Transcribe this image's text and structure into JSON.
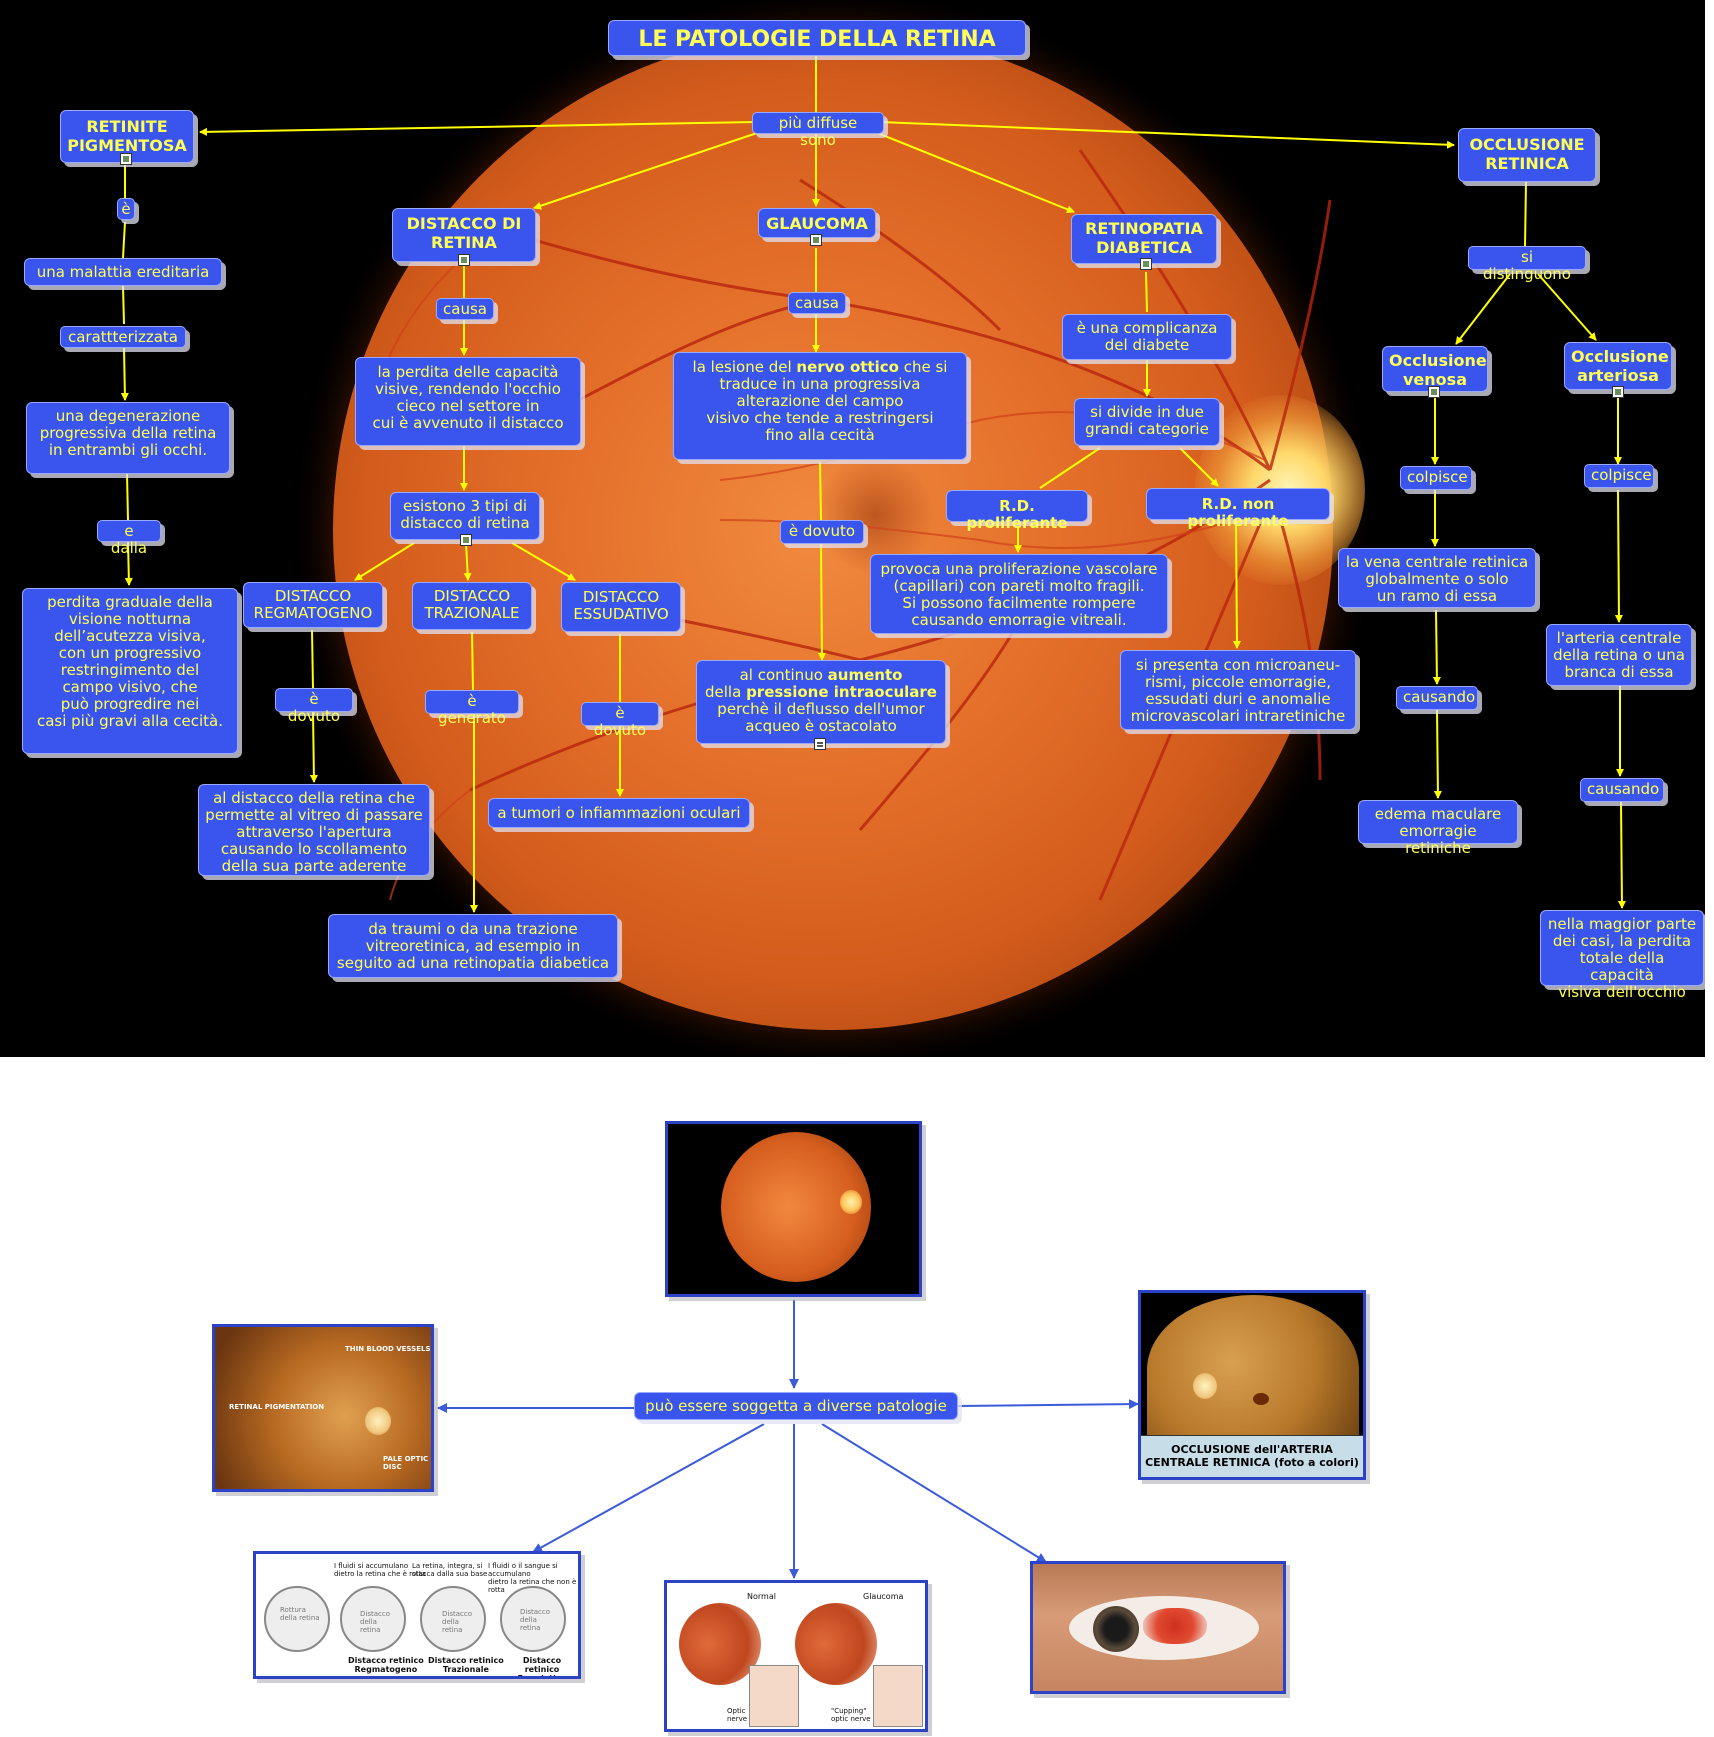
{
  "title": "LE PATOLOGIE DELLA RETINA",
  "link_diffuse": "più diffuse sono",
  "retinite": {
    "title": "RETINITE\nPIGMENTOSA",
    "l_e": "è",
    "n_malattia": "una malattia ereditaria",
    "l_caratt": "carattterizzata",
    "n_degen": "una degenerazione\nprogressiva della retina\nin entrambi gli occhi.",
    "l_dalla": "e dalla",
    "n_perdita": "perdita graduale della\nvisione notturna\ndell’acutezza visiva,\ncon un progressivo\nrestringimento del\ncampo visivo, che\npuò progredire nei\ncasi più gravi alla cecità."
  },
  "distacco": {
    "title": "DISTACCO DI\nRETINA",
    "l_causa": "causa",
    "n_perdita": "la perdita delle capacità\nvisive, rendendo l'occhio\ncieco nel settore in\ncui è avvenuto il distacco",
    "n_tipi": "esistono 3 tipi di\ndistacco di retina",
    "regma": "DISTACCO\nREGMATOGENO",
    "l_regma": "è dovuto",
    "n_regma": "al distacco della retina che\npermette al vitreo di passare\nattraverso l'apertura\ncausando lo scollamento\ndella sua parte aderente",
    "traz": "DISTACCO\nTRAZIONALE",
    "l_traz": "è generato",
    "n_traz": "da traumi o da una trazione\nvitreoretinica, ad esempio in\nseguito ad una retinopatia diabetica",
    "essu": "DISTACCO\nESSUDATIVO",
    "l_essu": "è dovuto",
    "n_essu": "a tumori o infiammazioni oculari"
  },
  "glaucoma": {
    "title": "GLAUCOMA",
    "l_causa": "causa",
    "n_lesione_a": "la lesione del ",
    "n_lesione_b": "nervo ottico",
    "n_lesione_c": " che si\ntraduce in una progressiva\nalterazione del campo\nvisivo che tende a restringersi\nfino alla cecità",
    "l_dovuto": "è dovuto",
    "n_aumento_a": "al continuo ",
    "n_aumento_b": "aumento",
    "n_aumento_c": "\ndella ",
    "n_aumento_d": "pressione intraoculare",
    "n_aumento_e": "\nperchè il deflusso dell'umor\nacqueo è ostacolato"
  },
  "retinopatia": {
    "title": "RETINOPATIA\nDIABETICA",
    "n_compl": "è una complicanza\ndel diabete",
    "n_divide": "si divide in due\ngrandi categorie",
    "prolif": "R.D. proliferante",
    "n_prolif": "provoca una proliferazione vascolare\n(capillari) con pareti molto fragili.\nSi possono facilmente rompere\ncausando emorragie vitreali.",
    "nonprolif": "R.D. non proliferante",
    "n_nonprolif": "si presenta con microaneu-\nrismi, piccole emorragie,\nessudati duri e anomalie\nmicrovascolari intraretiniche"
  },
  "occlusione": {
    "title": "OCCLUSIONE\nRETINICA",
    "l_distinguono": "si distinguono",
    "venosa": "Occlusione\nvenosa",
    "l_colp_v": "colpisce",
    "n_vena": "la vena centrale retinica\nglobalmente o solo\nun ramo di essa",
    "l_caus_v": "causando",
    "n_edema": "edema maculare\nemorragie retiniche",
    "arteriosa": "Occlusione\narteriosa",
    "l_colp_a": "colpisce",
    "n_arteria": "l'arteria centrale\ndella retina o una\nbranca di essa",
    "l_caus_a": "causando",
    "n_perdita": "nella maggior parte\ndei casi, la perdita\ntotale della capacità\nvisiva dell'occhio"
  },
  "bottom": {
    "center_label": "può essere soggetta a diverse patologie",
    "pig_labels": [
      "THIN BLOOD\nVESSELS",
      "RETINAL\nPIGMENTATION",
      "PALE OPTIC\nDISC"
    ],
    "occ_caption": "OCCLUSIONE dell'ARTERIA\nCENTRALE RETINICA (foto a colori)",
    "det_top": [
      "I fluidi si accumulano\ndietro la retina che è rotta",
      "La retina, integra, si\nstacca dalla sua base",
      "I fluidi o il sangue si accumulano\ndietro la retina che non è rotta"
    ],
    "det_inner": [
      "Rottura\ndella retina",
      "Distacco\ndella\nretina",
      "Distacco\ndella\nretina",
      "Distacco\ndella\nretina"
    ],
    "det_bottom": [
      "Distacco retinico\nRegmatogeno",
      "Distacco retinico\nTrazionale",
      "Distacco retinico\nEssudativo"
    ],
    "gl_labels": [
      "Normal",
      "Glaucoma",
      "Optic\nnerve",
      "\"Cupping\"\noptic nerve"
    ]
  },
  "colors": {
    "node_bg": "#3a54ee",
    "node_text": "#ffff55",
    "arrow_top": "#ffff00",
    "arrow_bottom": "#3b5bdb"
  }
}
